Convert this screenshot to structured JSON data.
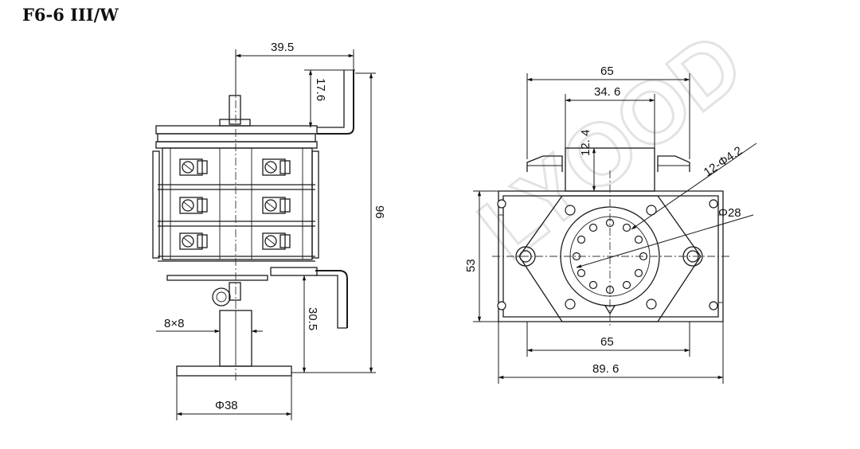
{
  "title": "F6-6 III/W",
  "dimensions": {
    "side_top_width": "39.5",
    "side_bracket_height": "17.6",
    "side_total_height": "96",
    "side_base_height": "30.5",
    "side_shaft_size": "8×8",
    "side_base_diameter": "Φ38",
    "front_top_width": "65",
    "front_slot_width": "34. 6",
    "front_slot_height": "12. 4",
    "front_holes": "12-Φ4.2",
    "front_circle_diameter": "Φ28",
    "front_height": "53",
    "front_bottom_width": "65",
    "front_overall_width": "89. 6"
  }
}
